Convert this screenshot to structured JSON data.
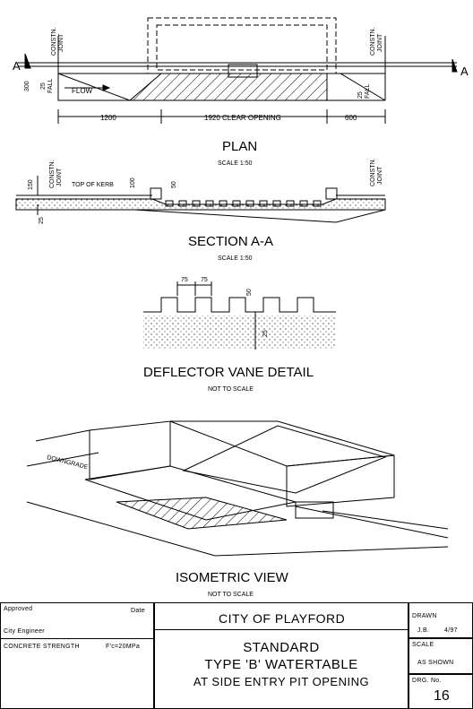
{
  "plan": {
    "title": "PLAN",
    "scale": "SCALE 1:50",
    "section_marker": "A",
    "constn_joint_left": [
      "CONSTN.",
      "JOINT"
    ],
    "constn_joint_right": [
      "CONSTN.",
      "JOINT"
    ],
    "dim_300": "300",
    "fall_left": [
      "25",
      "FALL"
    ],
    "fall_right": [
      "25",
      "FALL"
    ],
    "flow": "FLOW",
    "dim_1200": "1200",
    "dim_clear_opening": "1920 CLEAR OPENING",
    "dim_600": "600"
  },
  "section": {
    "title": "SECTION A-A",
    "scale": "SCALE 1:50",
    "dim_150": "150",
    "dim_25": "25",
    "top_of_kerb": "TOP OF KERB",
    "dim_100": "100",
    "dim_50": "50",
    "constn_joint_left": [
      "CONSTN.",
      "JOINT"
    ],
    "constn_joint_right": [
      "CONSTN.",
      "JOINT"
    ]
  },
  "deflector": {
    "title": "DEFLECTOR VANE DETAIL",
    "scale": "NOT TO SCALE",
    "dim_75a": "75",
    "dim_75b": "75",
    "dim_50": "50",
    "dim_25": "25"
  },
  "isometric": {
    "title": "ISOMETRIC VIEW",
    "scale": "NOT TO SCALE",
    "downgrade": "DOWNGRADE"
  },
  "title_block": {
    "approved_label": "Approved",
    "date_label": "Date",
    "city_engineer": "City Engineer",
    "concrete_strength_label": "CONCRETE STRENGTH",
    "concrete_strength_value": "F'c=20MPa",
    "council": "CITY OF PLAYFORD",
    "title_line1": "STANDARD",
    "title_line2": "TYPE 'B' WATERTABLE",
    "title_line3": "AT SIDE ENTRY PIT OPENING",
    "drawn_label": "DRAWN",
    "drawn_value": "J.B.",
    "drawn_date": "4/97",
    "scale_label": "SCALE",
    "scale_value": "AS SHOWN",
    "dwg_no_label": "DRG. No.",
    "dwg_no_value": "16"
  }
}
